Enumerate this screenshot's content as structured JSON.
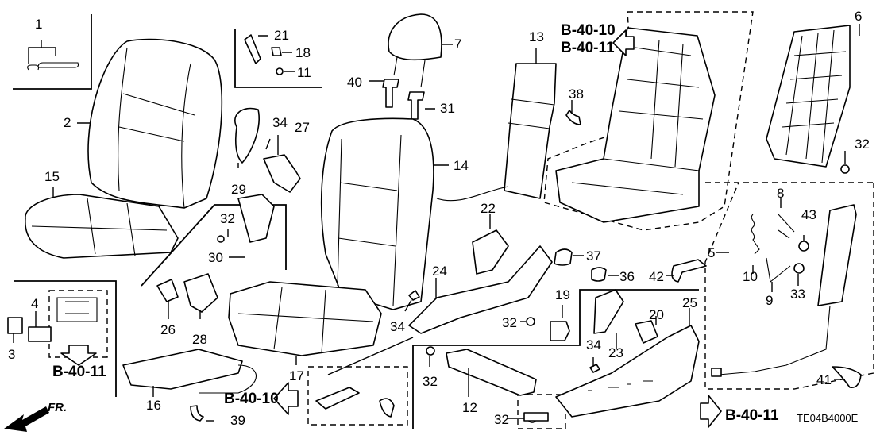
{
  "diagram": {
    "type": "exploded-parts-diagram",
    "subject": "Front seat components",
    "code": "TE04B4000E",
    "direction_marker": "FR.",
    "references": [
      {
        "id": "ref-top",
        "lines": [
          "B-40-10",
          "B-40-11"
        ]
      },
      {
        "id": "ref-left",
        "lines": [
          "B-40-11"
        ]
      },
      {
        "id": "ref-bottom-center",
        "lines": [
          "B-40-10"
        ]
      },
      {
        "id": "ref-bottom-right",
        "lines": [
          "B-40-11"
        ]
      }
    ],
    "callouts": {
      "c1": "1",
      "c2": "2",
      "c3": "3",
      "c4": "4",
      "c5": "5",
      "c6": "6",
      "c7": "7",
      "c8": "8",
      "c9": "9",
      "c10": "10",
      "c11": "11",
      "c12": "12",
      "c13": "13",
      "c14": "14",
      "c15": "15",
      "c16": "16",
      "c17": "17",
      "c18": "18",
      "c19": "19",
      "c20": "20",
      "c21": "21",
      "c22": "22",
      "c23": "23",
      "c24": "24",
      "c25": "25",
      "c26": "26",
      "c27": "27",
      "c28": "28",
      "c29": "29",
      "c30": "30",
      "c31": "31",
      "c32a": "32",
      "c32b": "32",
      "c32c": "32",
      "c32d": "32",
      "c32e": "32",
      "c33": "33",
      "c34a": "34",
      "c34b": "34",
      "c34c": "34",
      "c36": "36",
      "c37": "37",
      "c38": "38",
      "c39": "39",
      "c40": "40",
      "c41": "41",
      "c42": "42",
      "c43": "43"
    }
  }
}
